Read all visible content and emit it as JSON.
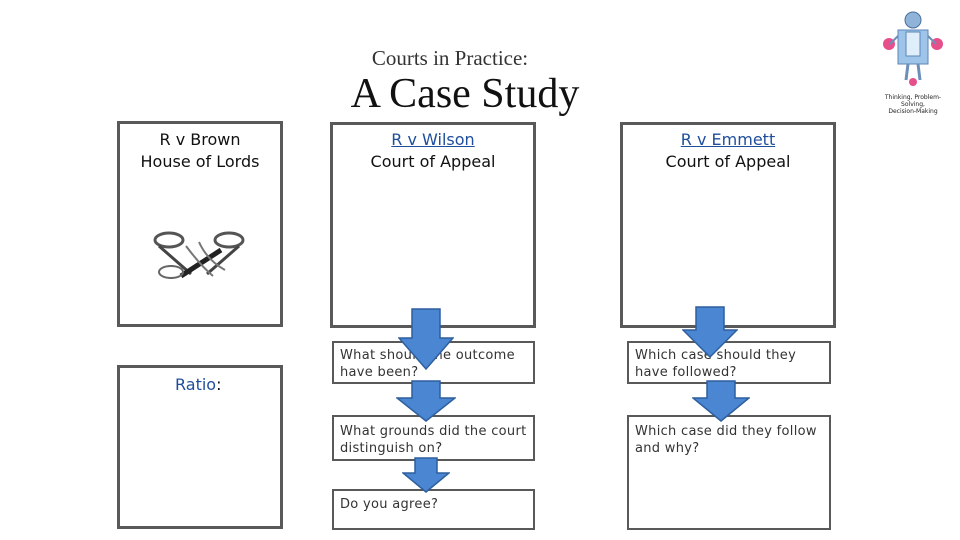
{
  "header": {
    "subtitle": "Courts in Practice:",
    "title": "A Case Study"
  },
  "logo": {
    "caption_line1": "Thinking, Problem-Solving,",
    "caption_line2": "Decision-Making"
  },
  "cases": [
    {
      "name": "R v Brown",
      "court": "House of Lords"
    },
    {
      "name": "R v Wilson",
      "court": "Court of Appeal"
    },
    {
      "name": "R v Emmett",
      "court": "Court of Appeal"
    }
  ],
  "ratio": {
    "label": "Ratio",
    "colon": ":"
  },
  "questions": {
    "wilson_outcome": "What should the outcome have been?",
    "wilson_grounds": "What grounds did the court distinguish on?",
    "wilson_agree": "Do you agree?",
    "emmett_followed": "Which case should they have followed?",
    "emmett_why": "Which case did they follow and why?"
  },
  "colors": {
    "arrow_fill": "#4a86d1",
    "arrow_stroke": "#2e5f9e",
    "border": "#595959",
    "link_blue": "#1f4e9c"
  }
}
